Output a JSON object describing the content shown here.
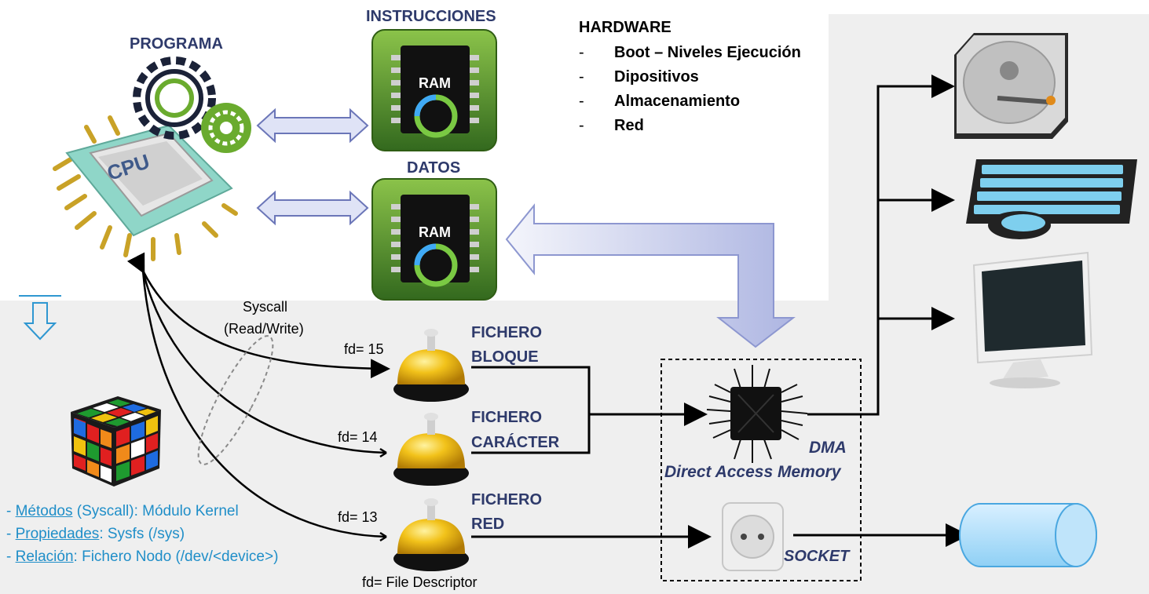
{
  "programa": "PROGRAMA",
  "cpu_label": "CPU",
  "instrucciones": "INSTRUCCIONES",
  "datos": "DATOS",
  "ram_label": "RAM",
  "hardware": {
    "title": "HARDWARE",
    "bullet": "-",
    "items": [
      "Boot – Niveles Ejecución",
      "Dipositivos",
      "Almacenamiento",
      "Red"
    ]
  },
  "syscall": {
    "line1": "Syscall",
    "line2": "(Read/Write)"
  },
  "fd": [
    "fd= 15",
    "fd= 14",
    "fd= 13"
  ],
  "fd_caption": "fd= File Descriptor",
  "files": [
    {
      "line1": "FICHERO",
      "line2": "BLOQUE"
    },
    {
      "line1": "FICHERO",
      "line2": "CARÁCTER"
    },
    {
      "line1": "FICHERO",
      "line2": "RED"
    }
  ],
  "dma": {
    "short": "DMA",
    "long": "Direct Access Memory"
  },
  "socket": "SOCKET",
  "properties": [
    {
      "prefix": "- ",
      "term": "Métodos",
      "rest": " (Syscall): Módulo Kernel"
    },
    {
      "prefix": "- ",
      "term": "Propiedades",
      "rest": ": Sysfs (/sys)"
    },
    {
      "prefix": "- ",
      "term": "Relación",
      "rest": ":  Fichero Nodo (/dev/<device>)"
    }
  ],
  "icons": [
    "gear-icon",
    "cpu-chip-icon",
    "ram-chip-icon",
    "bell-icon",
    "dma-chip-icon",
    "power-socket-icon",
    "hard-disk-icon",
    "keyboard-mouse-icon",
    "monitor-icon",
    "network-cylinder-icon",
    "rubik-cube-icon",
    "down-arrow-icon"
  ],
  "colors": {
    "navy": "#2e3a6b",
    "blue_text": "#1f8ec8",
    "arrow_fill": "#c9cfee",
    "chip_green": "#4a8a1e"
  }
}
